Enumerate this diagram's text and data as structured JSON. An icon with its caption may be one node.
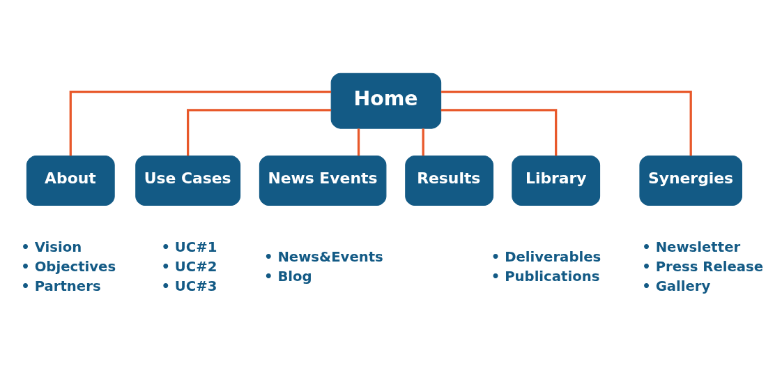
{
  "diagram": {
    "nodes": [
      {
        "text": [
          "Home"
        ]
      },
      {
        "text": [
          "About"
        ],
        "beside": [
          "• Vision",
          "• Objectives",
          "• Partners"
        ]
      },
      {
        "text": [
          "Use Cases"
        ],
        "beside": [
          "• UC#1",
          "• UC#2",
          "• UC#3"
        ]
      },
      {
        "text": [
          "News Events"
        ],
        "beside": [
          "• News&Events",
          "• Blog"
        ]
      },
      {
        "text": [
          "Results"
        ]
      },
      {
        "text": [
          "Library"
        ],
        "beside": [
          "• Deliverables",
          "• Publications"
        ]
      },
      {
        "text": [
          "Synergies"
        ],
        "beside": [
          "• Newsletter",
          "• Press Release",
          "• Gallery"
        ]
      }
    ],
    "edges": [
      {
        "from": 0,
        "to": 1,
        "arrow": "none"
      },
      {
        "from": 0,
        "to": 2,
        "arrow": "none"
      },
      {
        "from": 0,
        "to": 3,
        "arrow": "none"
      },
      {
        "from": 0,
        "to": 4,
        "arrow": "none"
      },
      {
        "from": 0,
        "to": 5,
        "arrow": "none"
      },
      {
        "from": 0,
        "to": 6,
        "arrow": "none"
      }
    ]
  }
}
